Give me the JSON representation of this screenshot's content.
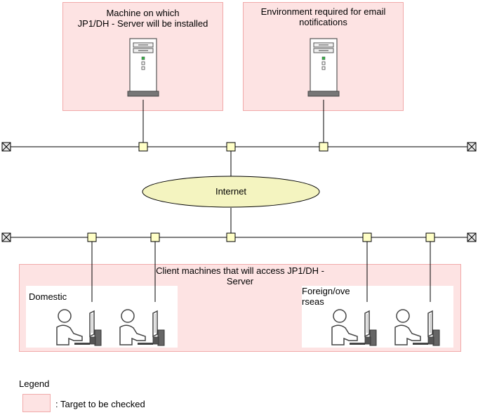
{
  "server_box": {
    "title_line1": "Machine on which",
    "title_line2": "JP1/DH - Server will be installed"
  },
  "email_box": {
    "title_line1": "Environment required for email",
    "title_line2": "notifications"
  },
  "internet": {
    "label": "Internet"
  },
  "client_box": {
    "title_line1": "Client machines that will access JP1/DH -",
    "title_line2": "Server"
  },
  "domestic": {
    "label": "Domestic"
  },
  "foreign": {
    "label_line1": "Foreign/ove",
    "label_line2": "rseas"
  },
  "legend": {
    "title": "Legend",
    "item_text": ": Target to be checked"
  },
  "colors": {
    "target_fill": "#fde3e3",
    "target_border": "#f1a9a9",
    "node_fill": "#ffffc6",
    "internet_fill": "#f4f4c0"
  }
}
